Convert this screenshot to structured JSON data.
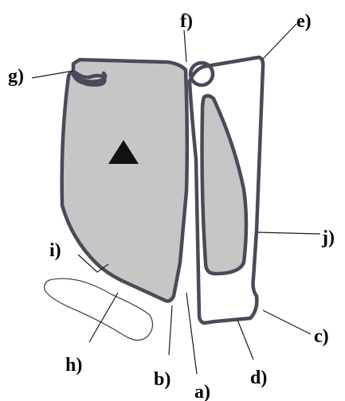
{
  "labels": {
    "a": "a)",
    "b": "b)",
    "c": "c)",
    "d": "d)",
    "e": "e)",
    "f": "f)",
    "g": "g)",
    "h": "h)",
    "i": "i)",
    "j": "j)"
  },
  "marker_symbol": "triangle",
  "colors": {
    "outline": "#4a4a5a",
    "fill": "#c6c6c6",
    "marker": "#000000",
    "background": "#ffffff"
  }
}
